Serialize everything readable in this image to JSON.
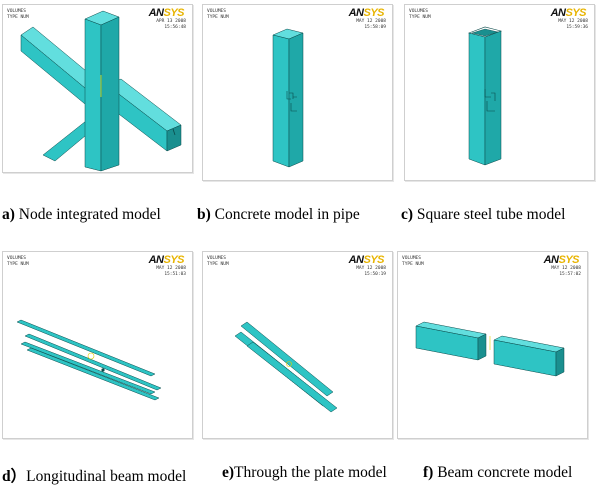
{
  "ansys": {
    "logo_a": "AN",
    "logo_b": "SYS",
    "line1": "VOLUMES",
    "line2": "TYPE NUM"
  },
  "panels": [
    {
      "date": "APR 13 2008",
      "time": "15:56:48",
      "caption_letter": "a)",
      "caption_text": " Node integrated model"
    },
    {
      "date": "MAY 12 2008",
      "time": "15:58:09",
      "caption_letter": "b)",
      "caption_text": " Concrete model in pipe"
    },
    {
      "date": "MAY 12 2008",
      "time": "15:59:36",
      "caption_letter": "c)",
      "caption_text": "  Square steel tube model"
    },
    {
      "date": "MAY 12 2008",
      "time": "15:51:03",
      "caption_letter": "d）",
      "caption_text": "Longitudinal beam model"
    },
    {
      "date": "MAY 12 2008",
      "time": "15:50:19",
      "caption_letter": "e)",
      "caption_text": "Through the plate model"
    },
    {
      "date": "MAY 12 2008",
      "time": "15:57:02",
      "caption_letter": "f)",
      "caption_text": " Beam concrete model"
    }
  ],
  "colors": {
    "model_fill": "#2ec4c4",
    "model_light": "#62dede",
    "model_dark": "#1a8f8f",
    "edge": "#0b4a4a"
  }
}
